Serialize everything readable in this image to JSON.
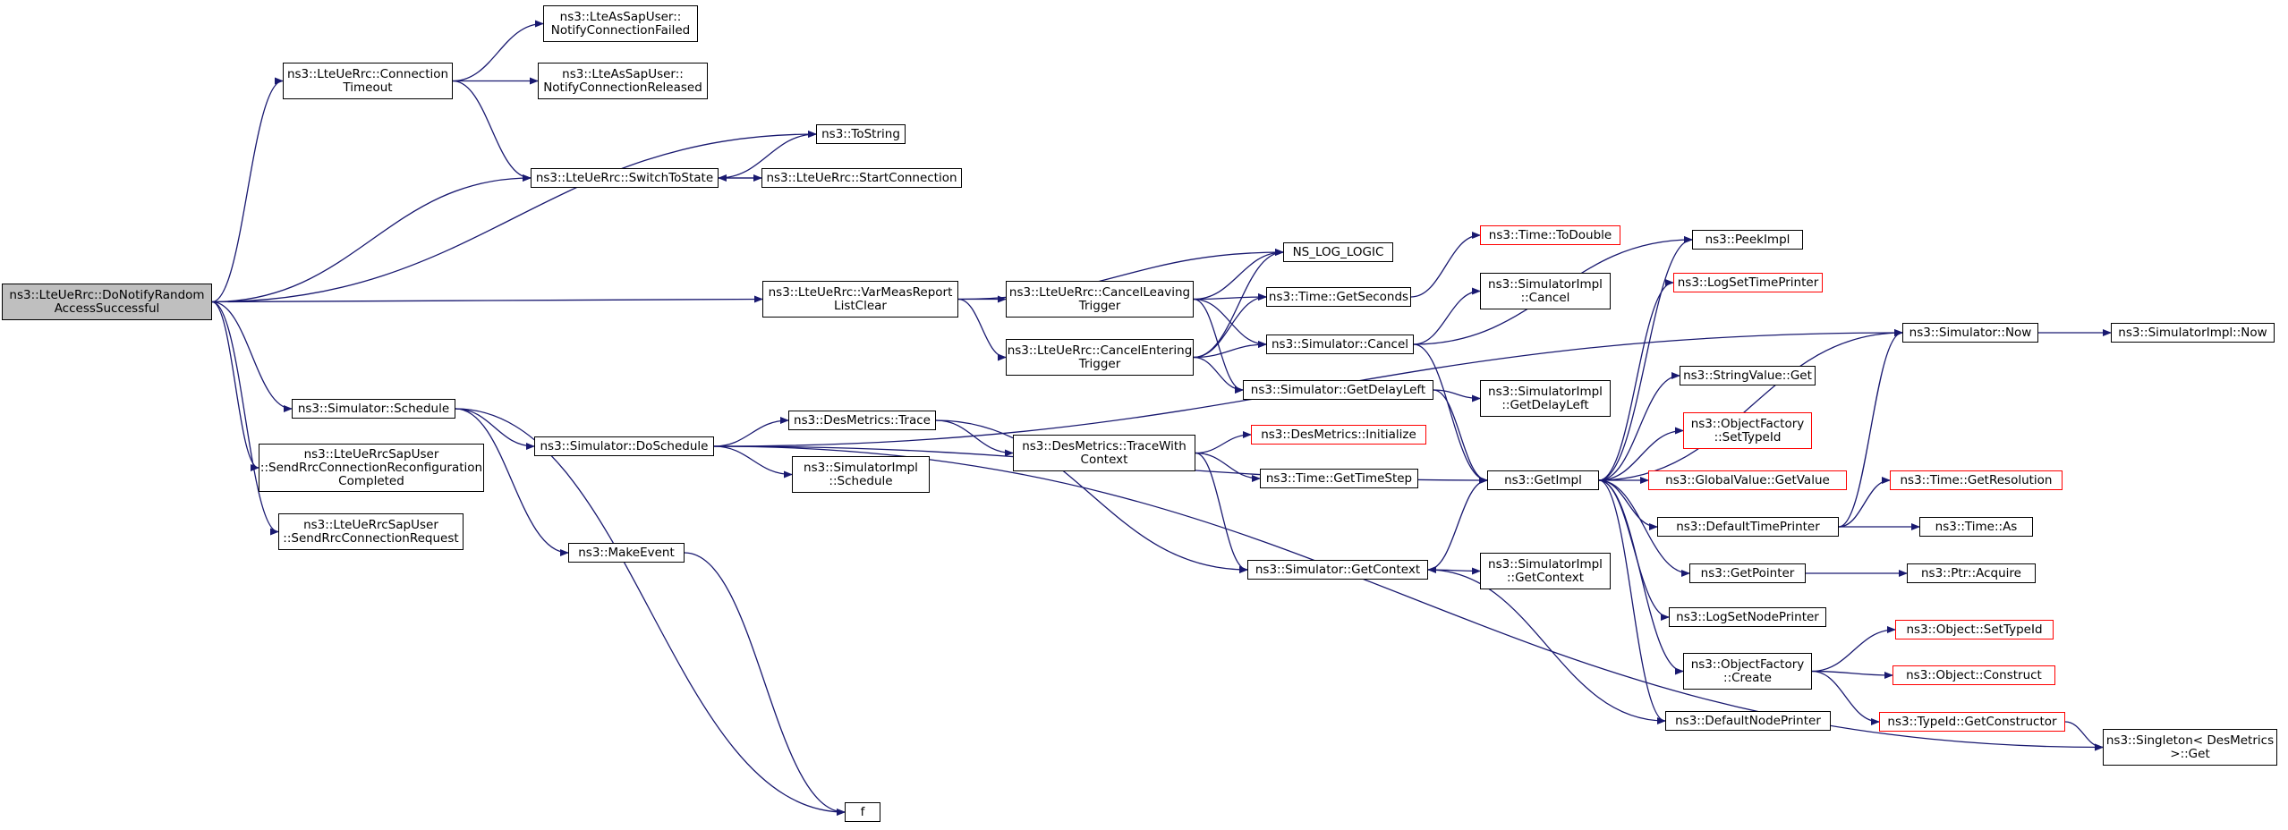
{
  "colors": {
    "edge": "#191970",
    "border": "#000000",
    "incomplete_border": "#ff0000",
    "root_fill": "#bfbfbf"
  },
  "nodes": {
    "root": [
      "ns3::LteUeRrc::DoNotifyRandom",
      "AccessSuccessful"
    ],
    "conn_timeout": [
      "ns3::LteUeRrc::Connection",
      "Timeout"
    ],
    "notify_failed": [
      "ns3::LteAsSapUser::",
      "NotifyConnectionFailed"
    ],
    "notify_released": [
      "ns3::LteAsSapUser::",
      "NotifyConnectionReleased"
    ],
    "tostring": [
      "ns3::ToString"
    ],
    "switch_state": [
      "ns3::LteUeRrc::SwitchToState"
    ],
    "start_conn": [
      "ns3::LteUeRrc::StartConnection"
    ],
    "ns_log_logic": [
      "NS_LOG_LOGIC"
    ],
    "var_meas": [
      "ns3::LteUeRrc::VarMeasReport",
      "ListClear"
    ],
    "cancel_leaving": [
      "ns3::LteUeRrc::CancelLeaving",
      "Trigger"
    ],
    "cancel_entering": [
      "ns3::LteUeRrc::CancelEntering",
      "Trigger"
    ],
    "time_todouble": [
      "ns3::Time::ToDouble"
    ],
    "time_getseconds": [
      "ns3::Time::GetSeconds"
    ],
    "sim_cancel": [
      "ns3::Simulator::Cancel"
    ],
    "simimpl_cancel": [
      "ns3::SimulatorImpl",
      "::Cancel"
    ],
    "sim_getdelayleft": [
      "ns3::Simulator::GetDelayLeft"
    ],
    "simimpl_getdelayleft": [
      "ns3::SimulatorImpl",
      "::GetDelayLeft"
    ],
    "sim_schedule": [
      "ns3::Simulator::Schedule"
    ],
    "sim_doschedule": [
      "ns3::Simulator::DoSchedule"
    ],
    "send_reconfig": [
      "ns3::LteUeRrcSapUser",
      "::SendRrcConnectionReconfiguration",
      "Completed"
    ],
    "send_request": [
      "ns3::LteUeRrcSapUser",
      "::SendRrcConnectionRequest"
    ],
    "desmetrics_trace": [
      "ns3::DesMetrics::Trace"
    ],
    "simimpl_schedule": [
      "ns3::SimulatorImpl",
      "::Schedule"
    ],
    "trace_with_context": [
      "ns3::DesMetrics::TraceWith",
      "Context"
    ],
    "desmetrics_init": [
      "ns3::DesMetrics::Initialize"
    ],
    "time_gettimestep": [
      "ns3::Time::GetTimeStep"
    ],
    "make_event": [
      "ns3::MakeEvent"
    ],
    "f": [
      "f"
    ],
    "sim_getcontext": [
      "ns3::Simulator::GetContext"
    ],
    "simimpl_getcontext": [
      "ns3::SimulatorImpl",
      "::GetContext"
    ],
    "getimpl": [
      "ns3::GetImpl"
    ],
    "peekimpl": [
      "ns3::PeekImpl"
    ],
    "logsettimeprinter": [
      "ns3::LogSetTimePrinter"
    ],
    "stringvalue_get": [
      "ns3::StringValue::Get"
    ],
    "objfactory_settypeid": [
      "ns3::ObjectFactory",
      "::SetTypeId"
    ],
    "globalvalue_getvalue": [
      "ns3::GlobalValue::GetValue"
    ],
    "default_time_printer": [
      "ns3::DefaultTimePrinter"
    ],
    "getpointer": [
      "ns3::GetPointer"
    ],
    "logsetnodeprinter": [
      "ns3::LogSetNodePrinter"
    ],
    "objfactory_create": [
      "ns3::ObjectFactory",
      "::Create"
    ],
    "default_node_printer": [
      "ns3::DefaultNodePrinter"
    ],
    "sim_now": [
      "ns3::Simulator::Now"
    ],
    "simimpl_now": [
      "ns3::SimulatorImpl::Now"
    ],
    "time_getresolution": [
      "ns3::Time::GetResolution"
    ],
    "time_as": [
      "ns3::Time::As"
    ],
    "ptr_acquire": [
      "ns3::Ptr::Acquire"
    ],
    "object_settypeid": [
      "ns3::Object::SetTypeId"
    ],
    "object_construct": [
      "ns3::Object::Construct"
    ],
    "typeid_getconstructor": [
      "ns3::TypeId::GetConstructor"
    ],
    "singleton_get": [
      "ns3::Singleton< DesMetrics",
      ">::Get"
    ]
  },
  "incomplete": [
    "time_todouble",
    "logsettimeprinter",
    "objfactory_settypeid",
    "globalvalue_getvalue",
    "desmetrics_init",
    "time_getresolution",
    "object_settypeid",
    "object_construct",
    "typeid_getconstructor"
  ],
  "edges": [
    [
      "root",
      "conn_timeout"
    ],
    [
      "root",
      "tostring"
    ],
    [
      "root",
      "switch_state"
    ],
    [
      "root",
      "var_meas"
    ],
    [
      "root",
      "sim_schedule"
    ],
    [
      "root",
      "send_reconfig"
    ],
    [
      "root",
      "send_request"
    ],
    [
      "conn_timeout",
      "notify_failed"
    ],
    [
      "conn_timeout",
      "notify_released"
    ],
    [
      "conn_timeout",
      "switch_state"
    ],
    [
      "switch_state",
      "tostring"
    ],
    [
      "switch_state",
      "start_conn"
    ],
    [
      "start_conn",
      "switch_state"
    ],
    [
      "var_meas",
      "ns_log_logic"
    ],
    [
      "var_meas",
      "cancel_leaving"
    ],
    [
      "var_meas",
      "cancel_entering"
    ],
    [
      "cancel_leaving",
      "ns_log_logic"
    ],
    [
      "cancel_leaving",
      "time_getseconds"
    ],
    [
      "cancel_leaving",
      "sim_cancel"
    ],
    [
      "cancel_leaving",
      "sim_getdelayleft"
    ],
    [
      "cancel_entering",
      "ns_log_logic"
    ],
    [
      "cancel_entering",
      "time_getseconds"
    ],
    [
      "cancel_entering",
      "sim_cancel"
    ],
    [
      "cancel_entering",
      "sim_getdelayleft"
    ],
    [
      "time_getseconds",
      "time_todouble"
    ],
    [
      "sim_cancel",
      "simimpl_cancel"
    ],
    [
      "sim_cancel",
      "getimpl"
    ],
    [
      "sim_cancel",
      "peekimpl"
    ],
    [
      "sim_getdelayleft",
      "simimpl_getdelayleft"
    ],
    [
      "sim_getdelayleft",
      "getimpl"
    ],
    [
      "sim_schedule",
      "sim_doschedule"
    ],
    [
      "sim_schedule",
      "make_event"
    ],
    [
      "sim_schedule",
      "f"
    ],
    [
      "sim_doschedule",
      "desmetrics_trace"
    ],
    [
      "sim_doschedule",
      "simimpl_schedule"
    ],
    [
      "sim_doschedule",
      "getimpl"
    ],
    [
      "sim_doschedule",
      "sim_now"
    ],
    [
      "sim_doschedule",
      "singleton_get"
    ],
    [
      "desmetrics_trace",
      "trace_with_context"
    ],
    [
      "desmetrics_trace",
      "sim_getcontext"
    ],
    [
      "trace_with_context",
      "desmetrics_init"
    ],
    [
      "trace_with_context",
      "time_gettimestep"
    ],
    [
      "trace_with_context",
      "sim_getcontext"
    ],
    [
      "make_event",
      "f"
    ],
    [
      "sim_getcontext",
      "simimpl_getcontext"
    ],
    [
      "sim_getcontext",
      "getimpl"
    ],
    [
      "getimpl",
      "peekimpl"
    ],
    [
      "getimpl",
      "logsettimeprinter"
    ],
    [
      "getimpl",
      "sim_now"
    ],
    [
      "getimpl",
      "stringvalue_get"
    ],
    [
      "getimpl",
      "objfactory_settypeid"
    ],
    [
      "getimpl",
      "globalvalue_getvalue"
    ],
    [
      "getimpl",
      "default_time_printer"
    ],
    [
      "getimpl",
      "getpointer"
    ],
    [
      "getimpl",
      "logsetnodeprinter"
    ],
    [
      "getimpl",
      "objfactory_create"
    ],
    [
      "getimpl",
      "default_node_printer"
    ],
    [
      "default_node_printer",
      "sim_getcontext"
    ],
    [
      "sim_now",
      "simimpl_now"
    ],
    [
      "default_time_printer",
      "sim_now"
    ],
    [
      "default_time_printer",
      "time_getresolution"
    ],
    [
      "default_time_printer",
      "time_as"
    ],
    [
      "getpointer",
      "ptr_acquire"
    ],
    [
      "objfactory_create",
      "object_settypeid"
    ],
    [
      "objfactory_create",
      "object_construct"
    ],
    [
      "objfactory_create",
      "typeid_getconstructor"
    ],
    [
      "typeid_getconstructor",
      "singleton_get"
    ]
  ]
}
